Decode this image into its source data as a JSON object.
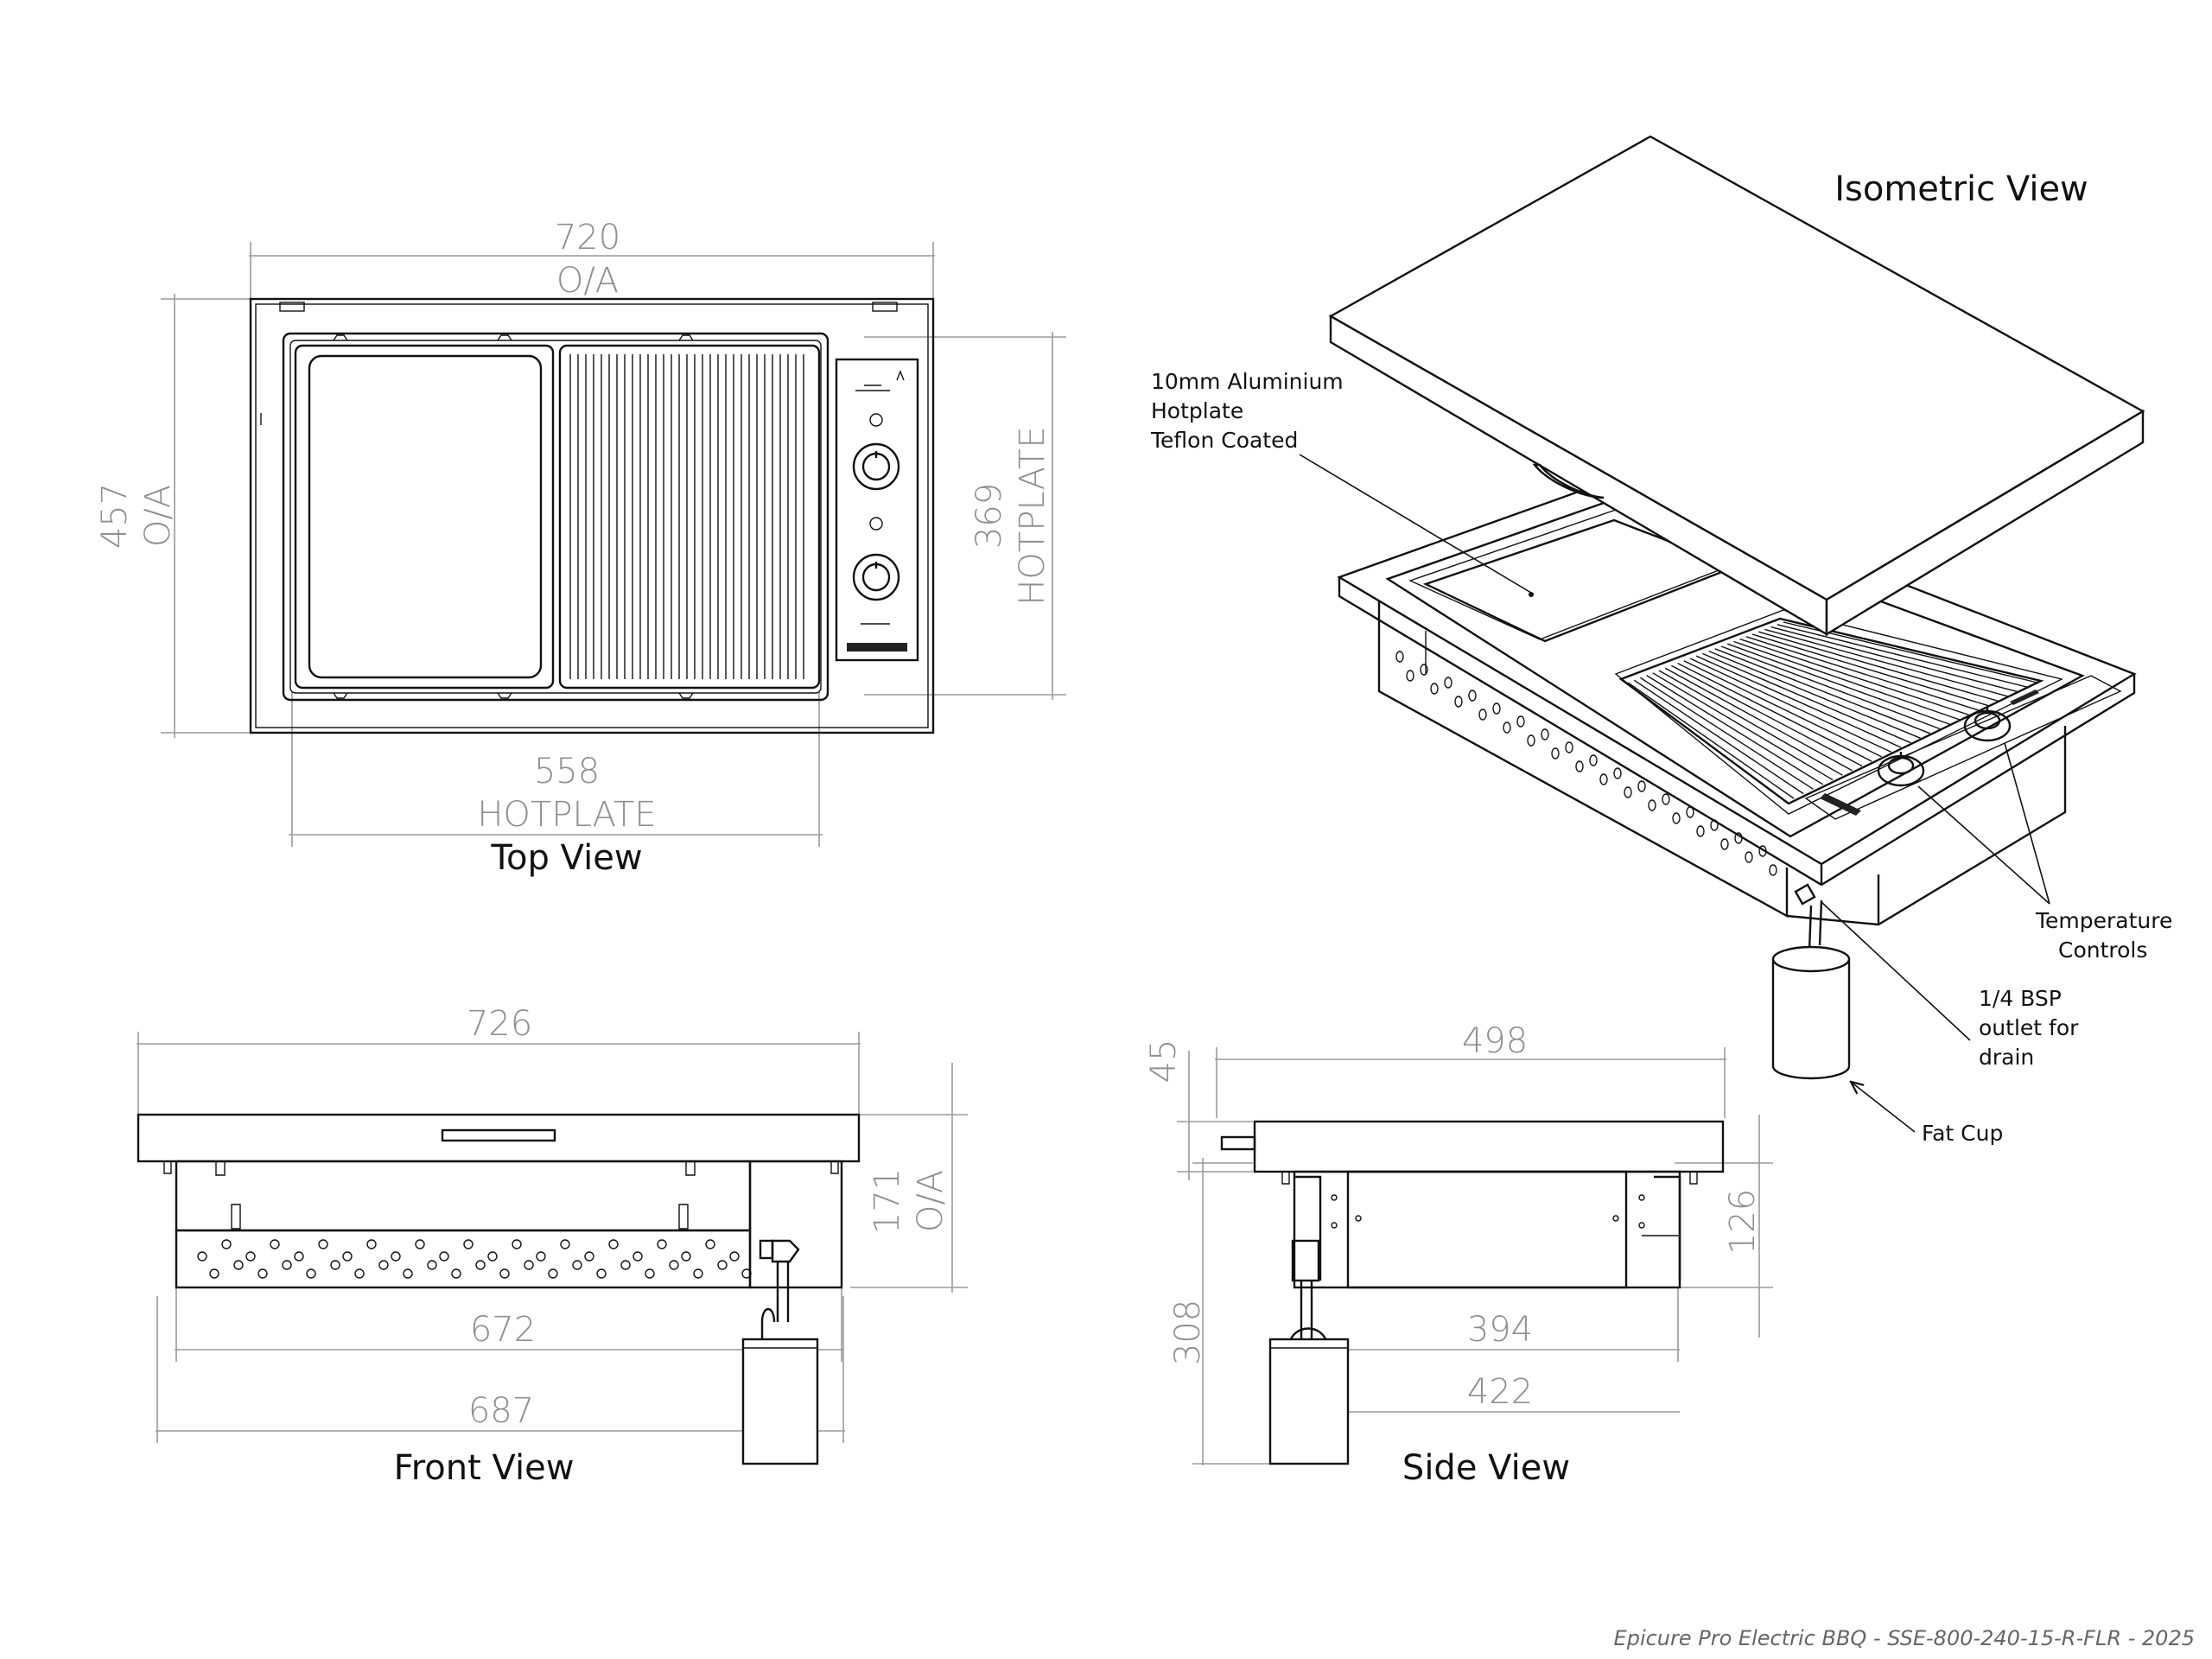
{
  "views": {
    "top": {
      "title": "Top View",
      "width_value": "720",
      "width_label": "O/A",
      "depth_value": "457",
      "depth_label": "O/A",
      "hotplate_depth_value": "369",
      "hotplate_depth_label": "HOTPLATE",
      "hotplate_width_value": "558",
      "hotplate_width_label": "HOTPLATE"
    },
    "front": {
      "title": "Front View",
      "overall_width_value": "726",
      "height_value": "171",
      "height_label": "O/A",
      "inner_width_value": "672",
      "body_width_value": "687"
    },
    "side": {
      "title": "Side View",
      "lip_value": "45",
      "depth_value": "498",
      "body_height_value": "126",
      "drain_height_value": "308",
      "inner_depth_value": "394",
      "body_depth_value": "422"
    },
    "isometric": {
      "title": "Isometric View",
      "callouts": {
        "hotplate_line1": "10mm Aluminium",
        "hotplate_line2": "Hotplate",
        "hotplate_line3": "Teflon Coated",
        "temp_line1": "Temperature",
        "temp_line2": "Controls",
        "drain_line1": "1/4 BSP",
        "drain_line2": "outlet for",
        "drain_line3": "drain",
        "fatcup": "Fat Cup"
      }
    }
  },
  "footer": "Epicure Pro Electric BBQ - SSE-800-240-15-R-FLR - 2025"
}
